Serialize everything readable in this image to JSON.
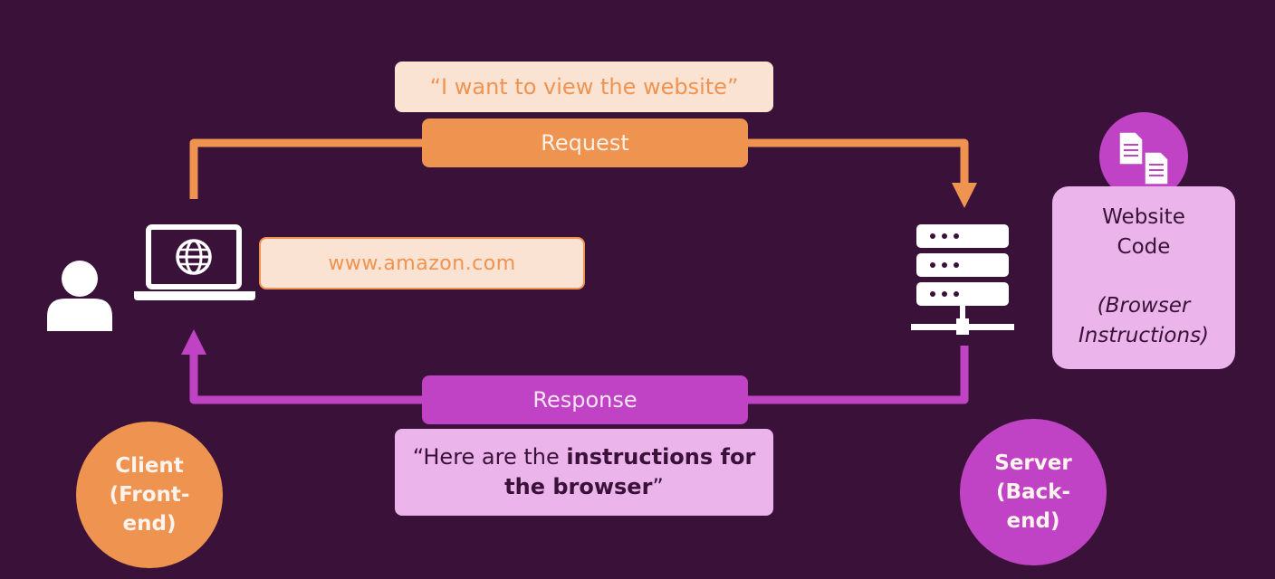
{
  "request": {
    "quote": "“I want to view the website”",
    "label": "Request"
  },
  "url_bar": {
    "text": "www.amazon.com"
  },
  "response": {
    "label": "Response",
    "quote_prefix": "“Here are the ",
    "quote_bold": "instructions for the browser",
    "quote_suffix": "”"
  },
  "website_code": {
    "title_line1": "Website",
    "title_line2": "Code",
    "subtitle_line1": "(Browser",
    "subtitle_line2": "Instructions)"
  },
  "client": {
    "line1": "Client",
    "line2": "(Front-",
    "line3": "end)"
  },
  "server": {
    "line1": "Server",
    "line2": "(Back-",
    "line3": "end)"
  },
  "icons": {
    "user": "user-icon",
    "laptop": "laptop-globe-icon",
    "server": "server-rack-icon",
    "documents": "documents-icon"
  },
  "colors": {
    "background": "#3a1139",
    "request_orange": "#ef9350",
    "request_light": "#fbe3d3",
    "response_purple": "#c043c5",
    "response_light": "#ebb4ea",
    "icon_white": "#ffffff"
  }
}
